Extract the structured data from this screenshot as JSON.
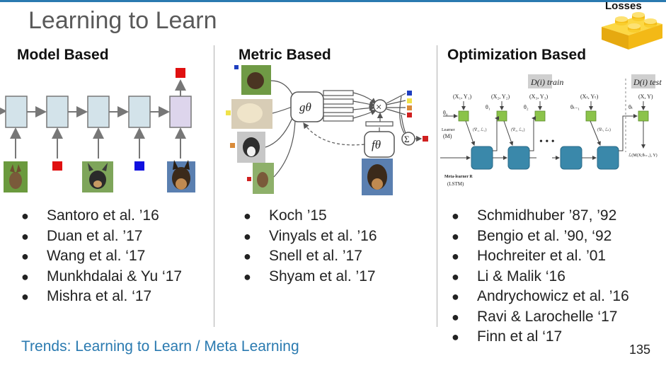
{
  "slide": {
    "title": "Learning to Learn",
    "page_number": "135",
    "footer_link": "Trends: Learning to Learn / Meta Learning"
  },
  "badge": {
    "label": "Losses",
    "icon": "lego-brick-icon",
    "color": "#f6c21a"
  },
  "colors": {
    "accent_blue": "#2a7ab0",
    "cell_fill": "#d3e3ea",
    "cell_top": "#ddd5ec",
    "red_marker": "#e01010",
    "blue_marker": "#1010e0",
    "green_cell": "#8bc34a",
    "teal_cell": "#3a88aa"
  },
  "columns": [
    {
      "heading": "Model Based",
      "refs": [
        "Santoro et al. ’16",
        "Duan et al. ’17",
        "Wang et al. ‘17",
        "Munkhdalai & Yu ‘17",
        "Mishra et al. ‘17"
      ]
    },
    {
      "heading": "Metric Based",
      "refs": [
        "Koch ’15",
        "Vinyals et al. ’16",
        "Snell et al. ’17",
        "Shyam et al. ’17"
      ]
    },
    {
      "heading": "Optimization Based",
      "refs": [
        "Schmidhuber ’87, ’92",
        "Bengio et al. ’90, ‘92",
        "Hochreiter et al. ’01",
        "Li & Malik ‘16",
        "Andrychowicz et al. ’16",
        "Ravi & Larochelle ‘17",
        "Finn et al ‘17"
      ]
    }
  ],
  "metric_diagram": {
    "g_label": "gθ",
    "f_label": "fθ",
    "times": "×",
    "sum": "Σ"
  },
  "optim_diagram": {
    "d_train": "D(i) train",
    "d_test": "D(i) test",
    "pairs": [
      "(X₁, Y₁)",
      "(X₂, Y₂)",
      "(X₃, Y₃)",
      "(Xₜ, Yₜ)",
      "(X, Y)"
    ],
    "thetas": [
      "θ₀",
      "θ₁",
      "θ₂",
      "θₜ₋₁",
      "θₜ"
    ],
    "grads": [
      "(∇₁, ℒ₁)",
      "(∇₂, ℒ₂)",
      "(∇ₜ, ℒₜ)"
    ],
    "learner": "Learner",
    "learner_m": "(M)",
    "meta_learner": "Meta-learner R",
    "lstm": "(LSTM)",
    "ellipsis": "• • •",
    "loss_formula": "ℒ(M(X;θₜ₊₁), Y)"
  }
}
